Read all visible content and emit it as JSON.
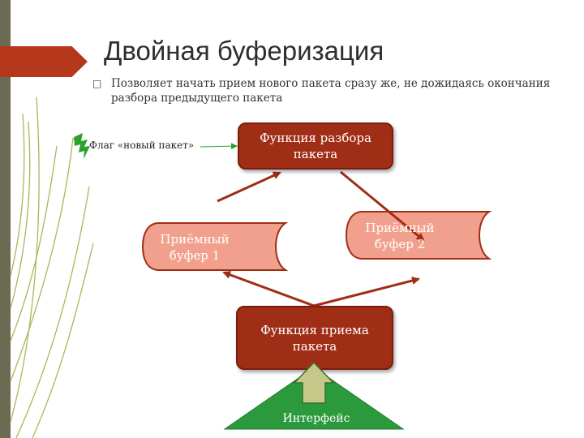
{
  "slide": {
    "title": "Двойная буферизация",
    "bullet_text": "Позволяет начать прием нового пакета сразу же, не дожидаясь окончания разбора предыдущего пакета"
  },
  "diagram": {
    "flag_label": "Флаг «новый пакет»",
    "parse_function": "Функция разбора пакета",
    "receive_buffer_1": "Приёмный буфер 1",
    "receive_buffer_2": "Приёмный буфер 2",
    "receive_function": "Функция приема пакета",
    "interface": "Интерфейс"
  },
  "colors": {
    "accent": "#b5371c",
    "box_fill": "#a02d16",
    "buffer_fill": "#f2a08e",
    "interface_fill": "#2b9a3c",
    "up_arrow_fill": "#c4c98a",
    "flag_green": "#2aa22a"
  },
  "icons": {
    "flag": "lightning-bolt-icon",
    "bullet": "bullet-square-icon"
  }
}
